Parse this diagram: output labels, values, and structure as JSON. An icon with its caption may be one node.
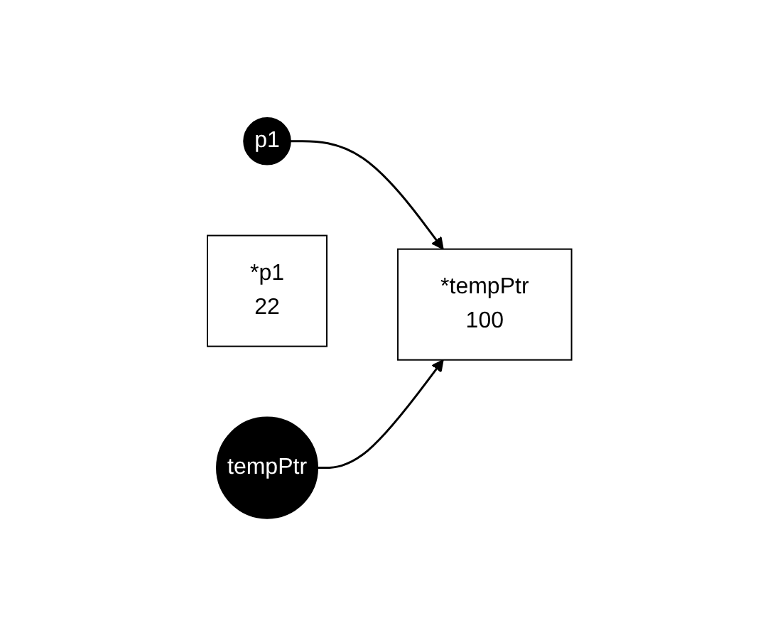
{
  "diagram": {
    "nodes": [
      {
        "text": [
          "p1"
        ]
      },
      {
        "text": [
          "*p1",
          "22"
        ]
      },
      {
        "text": [
          "tempPtr"
        ]
      },
      {
        "text": [
          "*tempPtr",
          "100"
        ]
      }
    ],
    "edges": [
      {
        "from": 0,
        "to": 3,
        "arrow": "to"
      },
      {
        "from": 2,
        "to": 3,
        "arrow": "to"
      }
    ]
  }
}
